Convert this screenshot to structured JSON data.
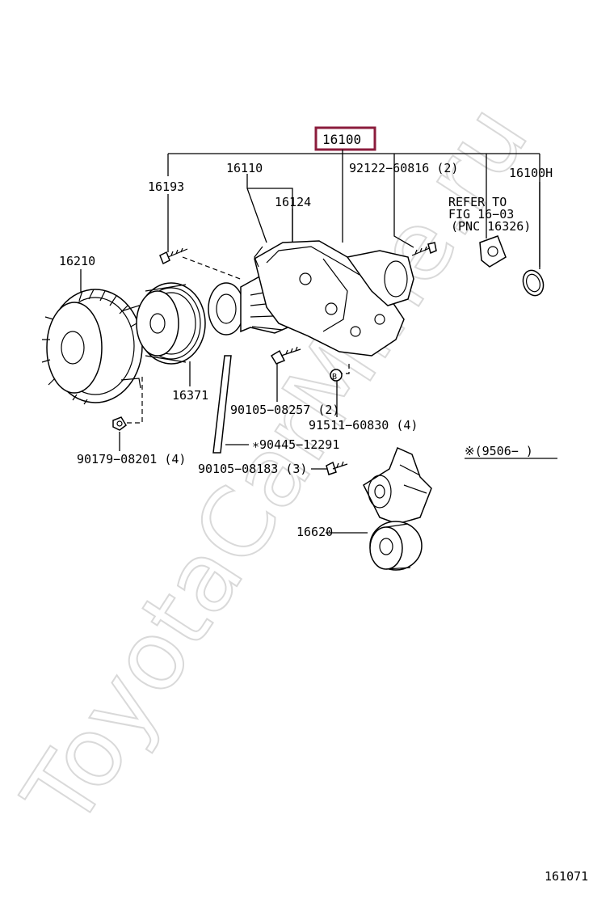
{
  "watermark": "ToyotaCarMine.ru",
  "main_part": {
    "number": "16100",
    "box_color": "#8b1c3c"
  },
  "labels": {
    "p16110": "16110",
    "p16193": "16193",
    "p16124": "16124",
    "p92122": "92122−60816 (2)",
    "p16100h": "16100H",
    "refer_line1": "REFER TO",
    "refer_line2": "FIG 16−03",
    "refer_line3": "(PNC 16326)",
    "p16210": "16210",
    "p16371": "16371",
    "p90105_08257": "90105−08257 (2)",
    "p91511": "91511−60830 (4)",
    "p90179": "90179−08201 (4)",
    "p90445": "∗90445−12291",
    "p90105_08183": "90105−08183 (3)",
    "date_note": "※(9506−      )",
    "p16620": "16620",
    "bolt_mark": "B"
  },
  "figure_number": "161071"
}
